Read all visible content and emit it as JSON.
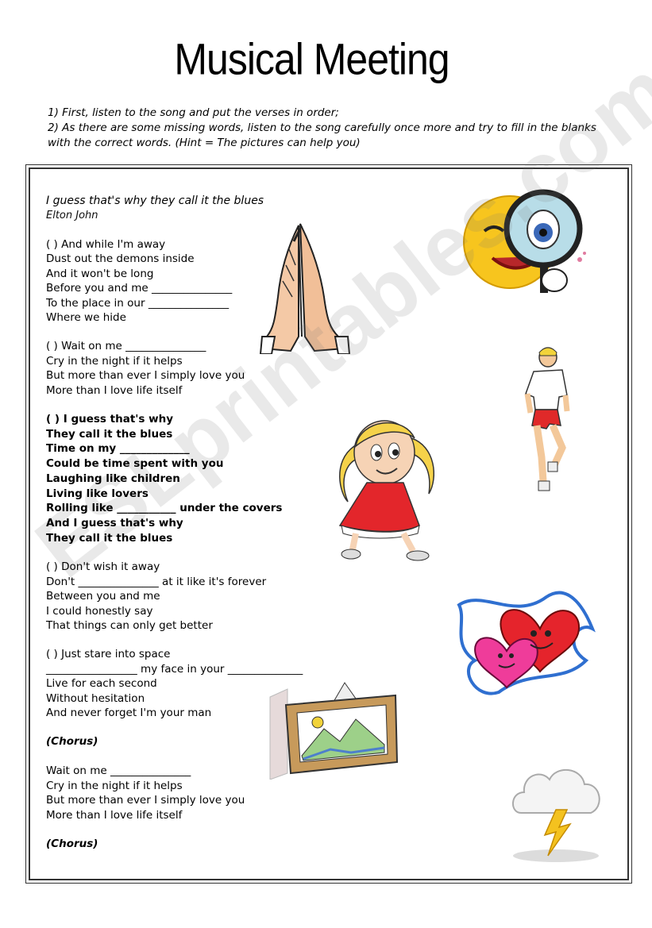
{
  "worksheet": {
    "title": "Musical Meeting",
    "instructions": [
      "1) First, listen to the song and put the verses in order;",
      "2) As there are some missing words, listen to the song carefully once more and try to fill in the blanks with the correct words. (Hint = The pictures can help you)"
    ],
    "song_title": "I guess that's why they call it the blues",
    "artist": "Elton John",
    "verses": [
      {
        "bold": false,
        "lines": [
          "(     ) And while I'm away",
          "Dust out the demons inside",
          "And it won't be long",
          "Before you and me _______________",
          "To the place in our _______________",
          "Where we hide"
        ]
      },
      {
        "bold": false,
        "lines": [
          "(     ) Wait on me _______________",
          "Cry in the night if it helps",
          "But more than ever I simply love you",
          "More than I love life itself"
        ]
      },
      {
        "bold": true,
        "lines": [
          "(     ) I guess that's why",
          "They call it the blues",
          "Time on my _____________",
          "Could be time spent with you",
          "Laughing like children",
          "Living like lovers",
          "Rolling like ___________ under the covers",
          "And I guess that's why",
          "They call it the blues"
        ]
      },
      {
        "bold": false,
        "lines": [
          "(     ) Don't wish it away",
          "Don't _______________ at it like it's forever",
          "Between you and me",
          "I could honestly say",
          "That things can only get better"
        ]
      },
      {
        "bold": false,
        "lines": [
          "(     ) Just stare into space",
          "_________________ my face in your ______________",
          "Live for each second",
          "Without hesitation",
          "And never forget I'm your man"
        ]
      }
    ],
    "chorus_label_1": "(Chorus)",
    "verse_repeat": [
      "Wait on me _______________",
      "Cry in the night if it helps",
      "But more than ever I simply love you",
      "More than I love life itself"
    ],
    "chorus_label_2": "(Chorus)",
    "watermark": "ESLprintables.com"
  }
}
